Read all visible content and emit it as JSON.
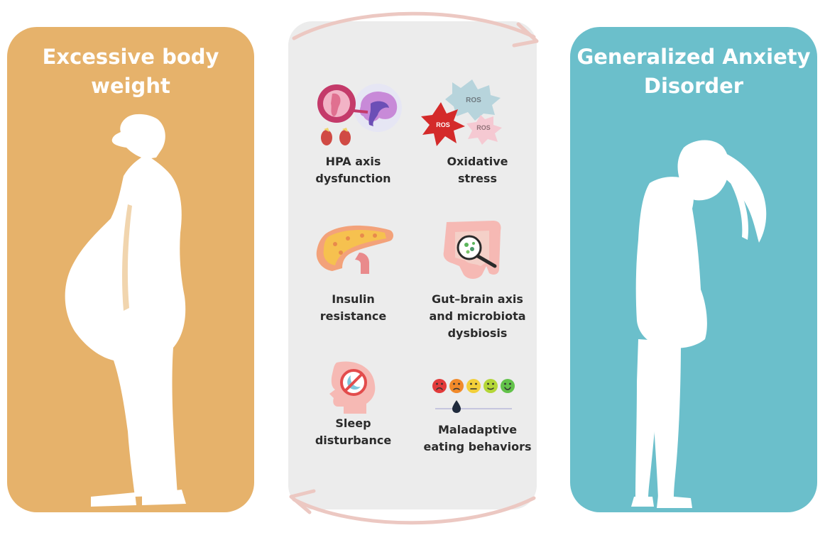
{
  "panels": {
    "left_title_line1": "Excessive body",
    "left_title_line2": "weight",
    "right_title_line1": "Generalized Anxiety",
    "right_title_line2": "Disorder"
  },
  "factors": [
    {
      "line1": "HPA axis",
      "line2": "dysfunction",
      "line3": ""
    },
    {
      "line1": "Oxidative",
      "line2": "stress",
      "line3": ""
    },
    {
      "line1": "Insulin",
      "line2": "resistance",
      "line3": ""
    },
    {
      "line1": "Gut–brain axis",
      "line2": "and microbiota",
      "line3": "dysbiosis"
    },
    {
      "line1": "Sleep",
      "line2": "disturbance",
      "line3": ""
    },
    {
      "line1": "Maladaptive",
      "line2": "eating behaviors",
      "line3": ""
    }
  ],
  "ros_labels": [
    "ROS",
    "ROS",
    "ROS"
  ],
  "colors": {
    "left_panel": "#e6b26b",
    "right_panel": "#6bbfcb",
    "center_panel": "#ececec",
    "cycle_arrow": "#ecc8c2",
    "text": "#2b2b2b"
  }
}
